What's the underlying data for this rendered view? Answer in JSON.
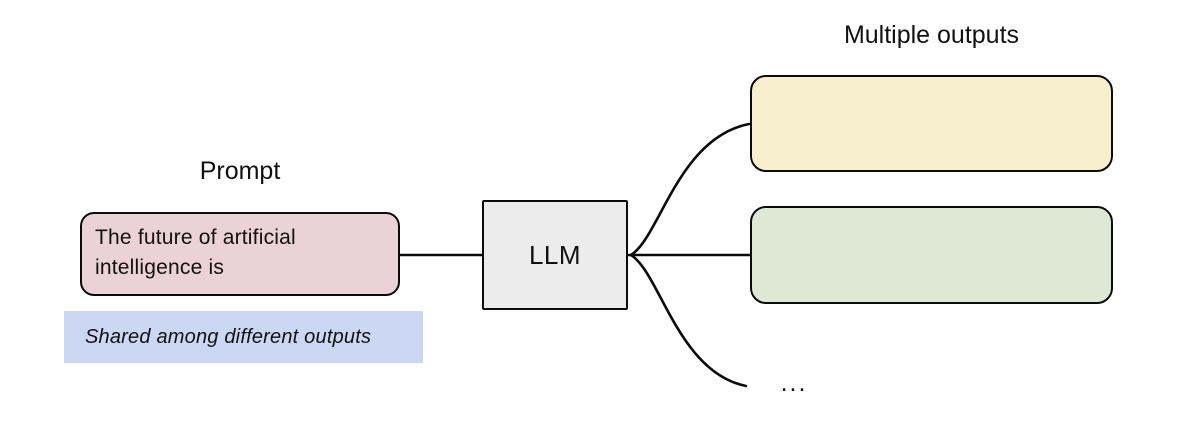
{
  "diagram": {
    "title_left": "Prompt",
    "title_right": "Multiple outputs",
    "prompt_box": {
      "text": "The future of artificial intelligence is",
      "fill": "#ead2d6"
    },
    "shared_note": {
      "text": "Shared among different outputs",
      "fill": "#ccd7f3"
    },
    "llm_box": {
      "label": "LLM",
      "fill": "#ececec"
    },
    "output_box_1": {
      "fill": "#f8efce"
    },
    "output_box_2": {
      "fill": "#dee9d5"
    },
    "ellipsis": "...",
    "stroke_color": "#0b0b0b",
    "background": "#ffffff"
  }
}
